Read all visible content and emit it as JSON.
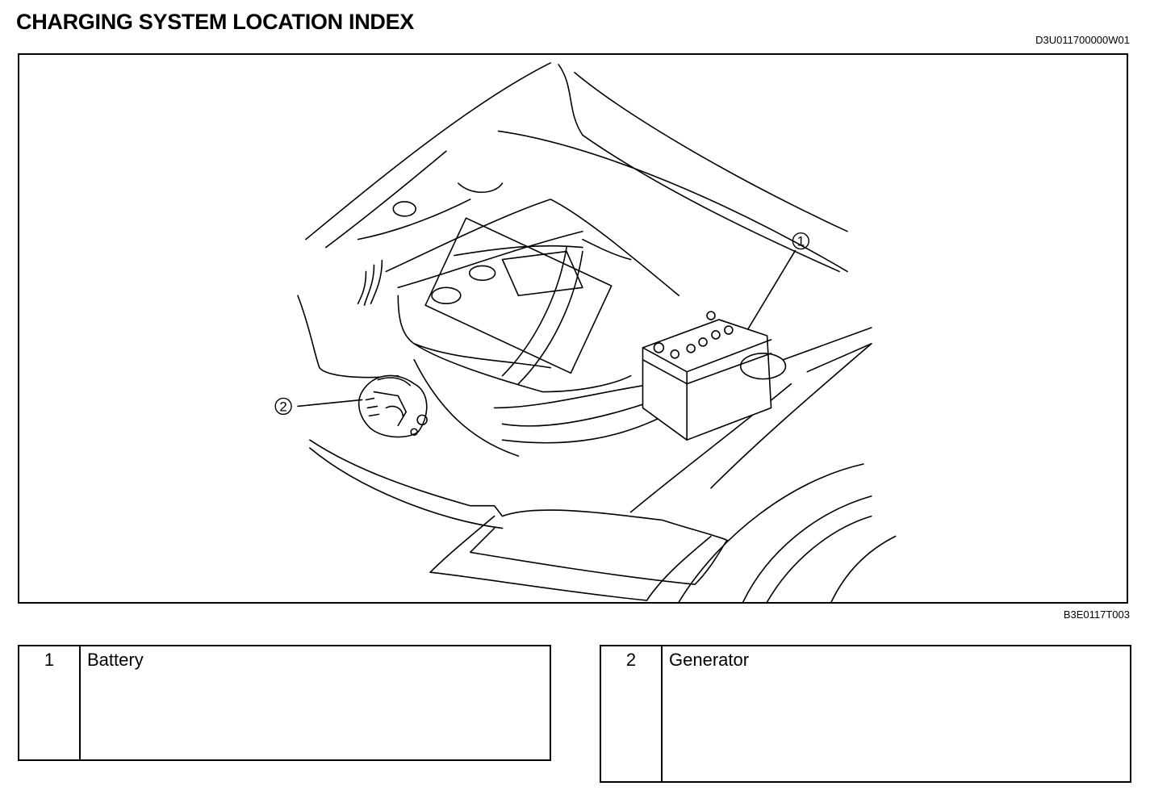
{
  "header": {
    "title": "CHARGING SYSTEM LOCATION INDEX",
    "doc_code": "D3U011700000W01"
  },
  "figure": {
    "figure_code": "B3E0117T003",
    "callouts": [
      "1",
      "2"
    ]
  },
  "index": [
    {
      "number": "1",
      "name": "Battery"
    },
    {
      "number": "2",
      "name": "Generator"
    }
  ]
}
